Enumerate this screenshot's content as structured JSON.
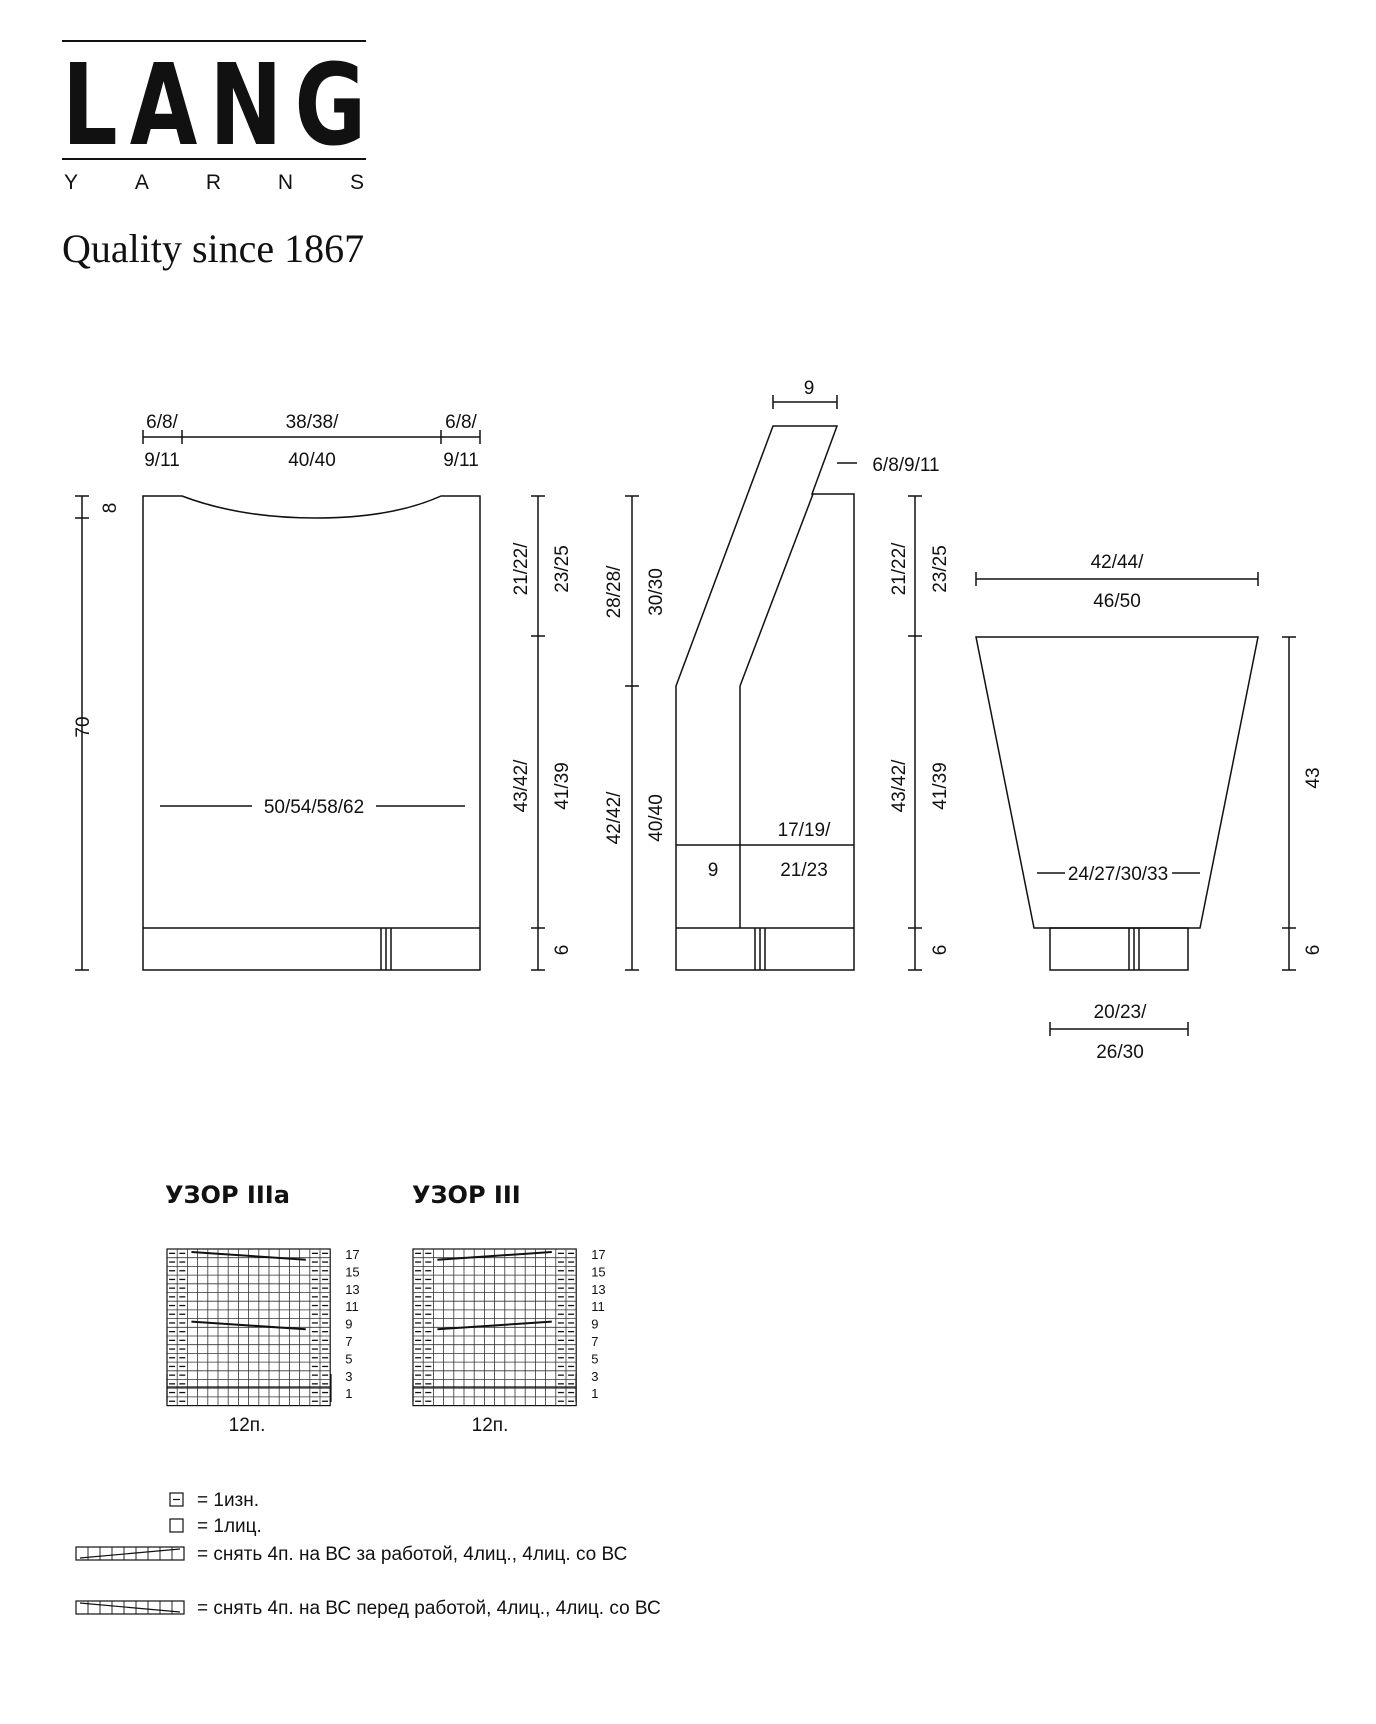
{
  "brand": {
    "logo_letters": [
      "L",
      "A",
      "N",
      "G"
    ],
    "yarns_letters": [
      "Y",
      "A",
      "R",
      "N",
      "S"
    ],
    "tagline": "Quality since 1867"
  },
  "back": {
    "shoulder_left_top": "6/8/",
    "shoulder_left_bottom": "9/11",
    "neck_top": "38/38/",
    "neck_bottom": "40/40",
    "shoulder_right_top": "6/8/",
    "shoulder_right_bottom": "9/11",
    "neck_depth": "8",
    "total_length": "70",
    "width": "50/54/58/62",
    "armhole_a": "21/22/",
    "armhole_b": "23/25",
    "body_a": "43/42/",
    "body_b": "41/39",
    "rib": "6"
  },
  "front": {
    "collar_width": "9",
    "shoulder": "6/8/9/11",
    "neck_a": "28/28/",
    "neck_b": "30/30",
    "lower_a": "42/42/",
    "lower_b": "40/40",
    "band": "9",
    "width_a": "17/19/",
    "width_b": "21/23",
    "armhole_a": "21/22/",
    "armhole_b": "23/25",
    "body_a": "43/42/",
    "body_b": "41/39",
    "rib": "6"
  },
  "sleeve": {
    "top_a": "42/44/",
    "top_b": "46/50",
    "length": "43",
    "lower_width": "24/27/30/33",
    "cuff_a": "20/23/",
    "cuff_b": "26/30",
    "rib": "6"
  },
  "charts": [
    {
      "title": "УЗОР IIIa",
      "width_label": "12п.",
      "row_labels": [
        "17",
        "15",
        "13",
        "11",
        "9",
        "7",
        "5",
        "3",
        "1"
      ]
    },
    {
      "title": "УЗОР III",
      "width_label": "12п.",
      "row_labels": [
        "17",
        "15",
        "13",
        "11",
        "9",
        "7",
        "5",
        "3",
        "1"
      ]
    }
  ],
  "legend": {
    "purl": "=  1изн.",
    "knit": "=  1лиц.",
    "cable_back": "=  снять 4п. на ВС за работой, 4лиц., 4лиц. со ВС",
    "cable_front": "=  снять 4п. на ВС перед работой, 4лиц., 4лиц. со ВС"
  }
}
